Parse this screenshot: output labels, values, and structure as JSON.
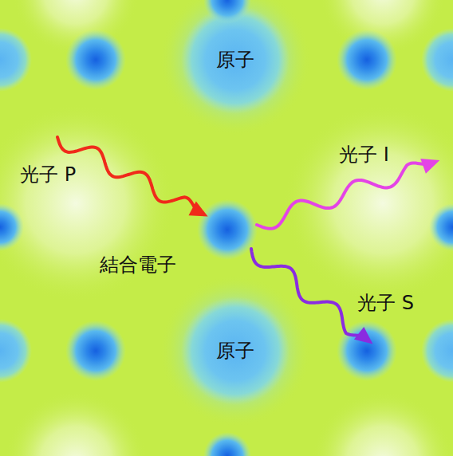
{
  "diagram": {
    "nodes": [
      {
        "text": [
          "原子"
        ]
      },
      {
        "text": [
          "結合電子"
        ]
      },
      {
        "text": [
          "原子"
        ]
      }
    ],
    "labels": [
      "光子 P",
      "光子 I",
      "光子 S"
    ]
  }
}
